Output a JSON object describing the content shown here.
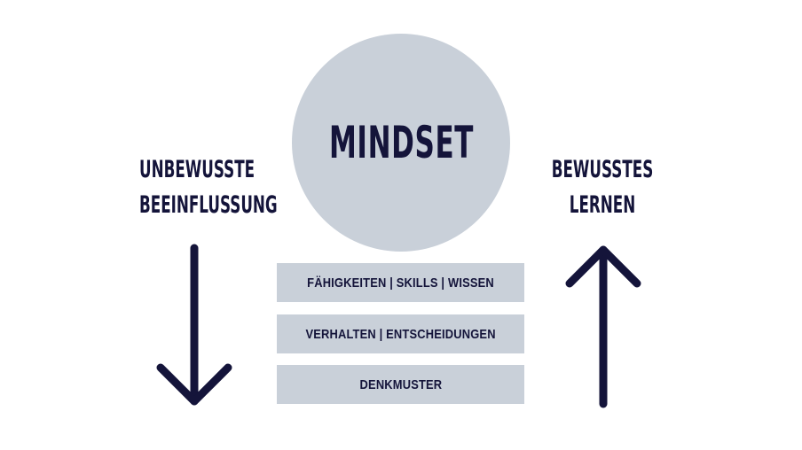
{
  "colors": {
    "navy": "#14143a",
    "box_fill": "#c9d0d9",
    "circle_fill": "#c9d0d9",
    "background": "#ffffff"
  },
  "circle": {
    "label": "MINDSET"
  },
  "left_label": {
    "line1": "UNBEWUSSTE",
    "line2": "BEEINFLUSSUNG"
  },
  "right_label": {
    "line1": "BEWUSSTES",
    "line2": "LERNEN"
  },
  "boxes": [
    {
      "label": "FÄHIGKEITEN | SKILLS | WISSEN"
    },
    {
      "label": "VERHALTEN | ENTSCHEIDUNGEN"
    },
    {
      "label": "DENKMUSTER"
    }
  ],
  "icons": {
    "left_arrow": "arrow-down-icon",
    "right_arrow": "arrow-up-icon"
  }
}
